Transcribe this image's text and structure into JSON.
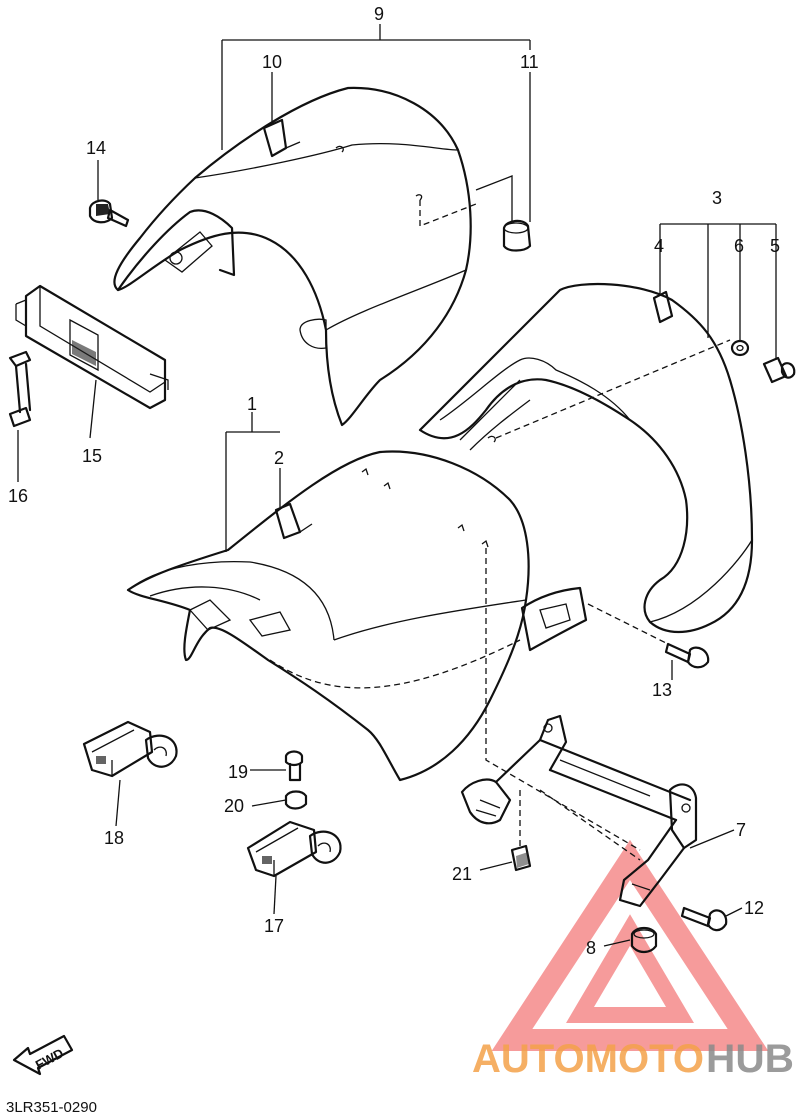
{
  "callouts": [
    {
      "id": "c1",
      "label": "1"
    },
    {
      "id": "c2",
      "label": "2"
    },
    {
      "id": "c3",
      "label": "3"
    },
    {
      "id": "c4",
      "label": "4"
    },
    {
      "id": "c5",
      "label": "5"
    },
    {
      "id": "c6",
      "label": "6"
    },
    {
      "id": "c7",
      "label": "7"
    },
    {
      "id": "c8",
      "label": "8"
    },
    {
      "id": "c9",
      "label": "9"
    },
    {
      "id": "c10",
      "label": "10"
    },
    {
      "id": "c11",
      "label": "11"
    },
    {
      "id": "c12",
      "label": "12"
    },
    {
      "id": "c13",
      "label": "13"
    },
    {
      "id": "c14",
      "label": "14"
    },
    {
      "id": "c15",
      "label": "15"
    },
    {
      "id": "c16",
      "label": "16"
    },
    {
      "id": "c17",
      "label": "17"
    },
    {
      "id": "c18",
      "label": "18"
    },
    {
      "id": "c19",
      "label": "19"
    },
    {
      "id": "c20",
      "label": "20"
    },
    {
      "id": "c21",
      "label": "21"
    }
  ],
  "diagram_code": "3LR351-0290",
  "fwd_label": "FWD",
  "watermark": {
    "part1": "AUTOMOTO",
    "part2": "HUB",
    "color_accent": "#f4a24a",
    "color_dark": "#8a8a8a",
    "triangle_color": "#ef4b4b"
  }
}
